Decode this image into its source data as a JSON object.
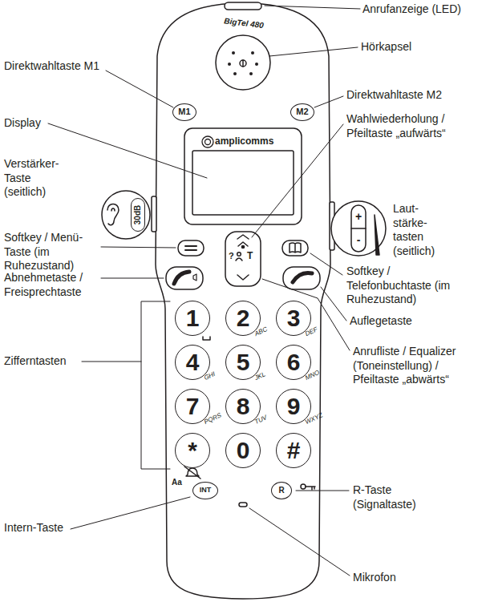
{
  "diagram": {
    "nodes": [
      {
        "text": [
          "M1"
        ]
      },
      {
        "text": [
          "M2"
        ]
      },
      {
        "text": [
          "30dB"
        ]
      },
      {
        "text": [
          "+",
          "-"
        ]
      },
      {
        "text": [
          "1"
        ]
      },
      {
        "text": [
          "2"
        ]
      },
      {
        "text": [
          "3"
        ]
      },
      {
        "text": [
          "4"
        ]
      },
      {
        "text": [
          "5"
        ]
      },
      {
        "text": [
          "6"
        ]
      },
      {
        "text": [
          "7"
        ]
      },
      {
        "text": [
          "8"
        ]
      },
      {
        "text": [
          "9"
        ]
      },
      {
        "text": [
          "*"
        ]
      },
      {
        "text": [
          "0"
        ]
      },
      {
        "text": [
          "#"
        ]
      },
      {
        "text": [
          "INT"
        ]
      },
      {
        "text": [
          "R"
        ]
      }
    ],
    "labels": [
      "Anrufanzeige (LED)",
      "Hörkapsel",
      "BigTel 480",
      "Direktwahltaste M1",
      "Direktwahltaste M2",
      "Display",
      "amplicomms",
      "Wahlwiederholung / Pfeiltaste „aufwärts“",
      "Verstärker- Taste (seitlich)",
      "Laut- stärke- tasten (seitlich)",
      "Softkey / Menü-Taste (im Ruhezustand)",
      "Softkey / Telefonbuchtaste (im Ruhezustand)",
      "Abnehmetaste / Freisprechtaste",
      "?",
      "T",
      "Auflegetaste",
      "Zifferntasten",
      "Anrufliste / Equalizer (Toneinstellung) / Pfeiltaste „abwärts“",
      "ABC",
      "DEF",
      "GHI",
      "JKL",
      "MNO",
      "PQRS",
      "TUV",
      "WXYZ",
      "Aa",
      "R-Taste (Signaltaste)",
      "Intern-Taste",
      "Mikrofon"
    ]
  }
}
